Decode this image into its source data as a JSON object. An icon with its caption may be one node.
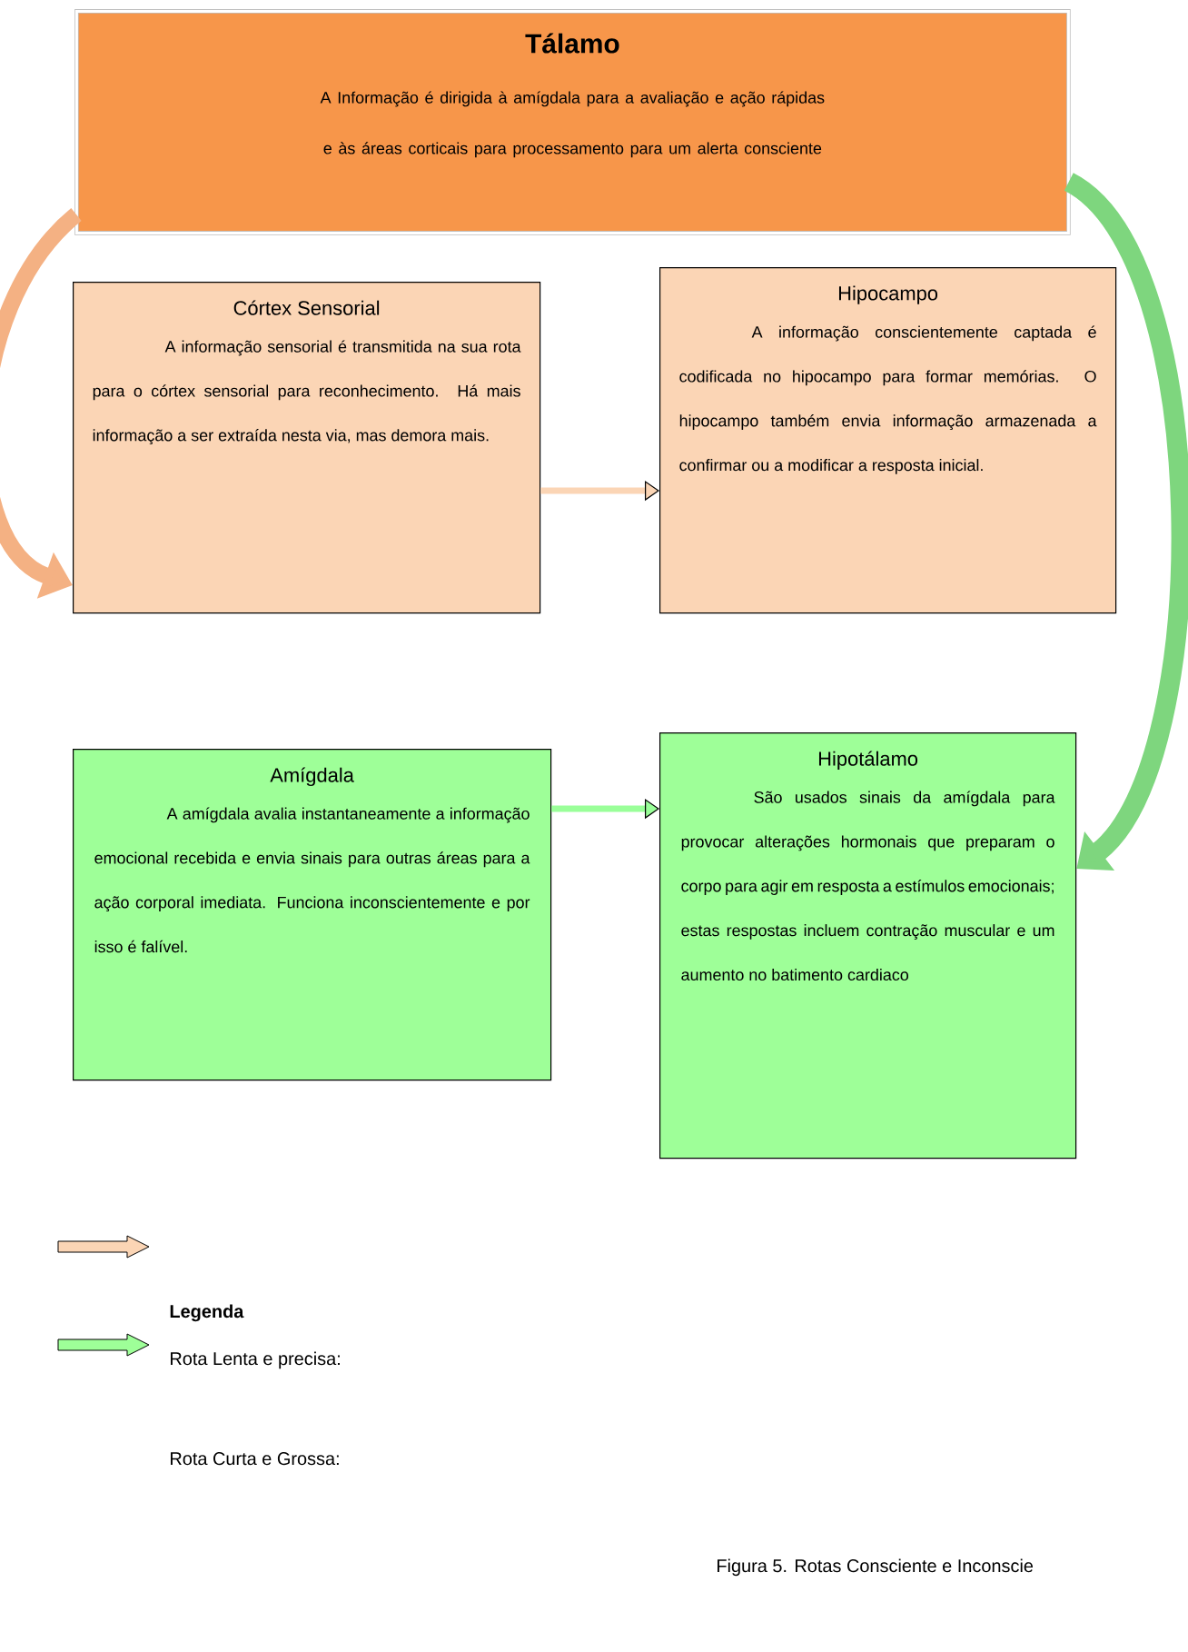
{
  "diagram": {
    "caption": "Figura 5. Rotas Consciente e Inconscie",
    "nodes": [
      {
        "text": [
          "Tálamo",
          "A Informação é dirigida à amígdala para a avaliação e ação rápidas e às áreas corticais para processamento para um alerta consciente"
        ]
      },
      {
        "text": [
          "Córtex Sensorial",
          "A informação sensorial é transmitida na sua rota para o córtex sensorial para reconhecimento. Há mais informação a ser extraída nesta via, mas demora mais."
        ]
      },
      {
        "text": [
          "Hipocampo",
          "A informação conscientemente captada é codificada no hipocampo para formar memórias. O hipocampo também envia informação armazenada a confirmar ou a modificar a resposta inicial."
        ]
      },
      {
        "text": [
          "Amígdala",
          "A amígdala avalia instantaneamente a informação emocional recebida e envia sinais para outras áreas para a ação corporal imediata. Funciona inconscientemente e por isso é falível."
        ]
      },
      {
        "text": [
          "Hipotálamo",
          "São usados sinais da amígdala para provocar alterações hormonais que preparam o corpo para agir em resposta a estímulos emocionais; estas respostas incluem contração muscular e um aumento no batimento cardiaco"
        ]
      }
    ],
    "edges": [
      {
        "from": 0,
        "to": 1,
        "arrow": "to",
        "style": "thick",
        "color": "#f4b183"
      },
      {
        "from": 1,
        "to": 2,
        "arrow": "to",
        "color": "#fbd5b5"
      },
      {
        "from": 3,
        "to": 4,
        "arrow": "to",
        "color": "#9aff99"
      },
      {
        "from": 0,
        "to": 4,
        "arrow": "to",
        "style": "thick",
        "color": "#7ed67e"
      }
    ],
    "labels": [
      "Legenda"
    ],
    "legend": [
      {
        "text": "Rota Lenta e precisa:"
      },
      {
        "text": "Rota Curta e Grossa:"
      }
    ]
  }
}
